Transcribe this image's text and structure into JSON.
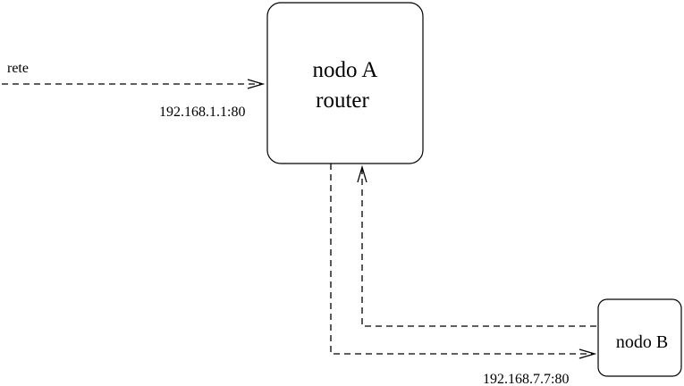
{
  "diagram": {
    "node_a": {
      "line1": "nodo A",
      "line2": "router"
    },
    "node_b": {
      "label": "nodo B"
    },
    "network": {
      "label": "rete"
    },
    "addresses": {
      "router": "192.168.1.1:80",
      "node_b": "192.168.7.7:80"
    }
  }
}
